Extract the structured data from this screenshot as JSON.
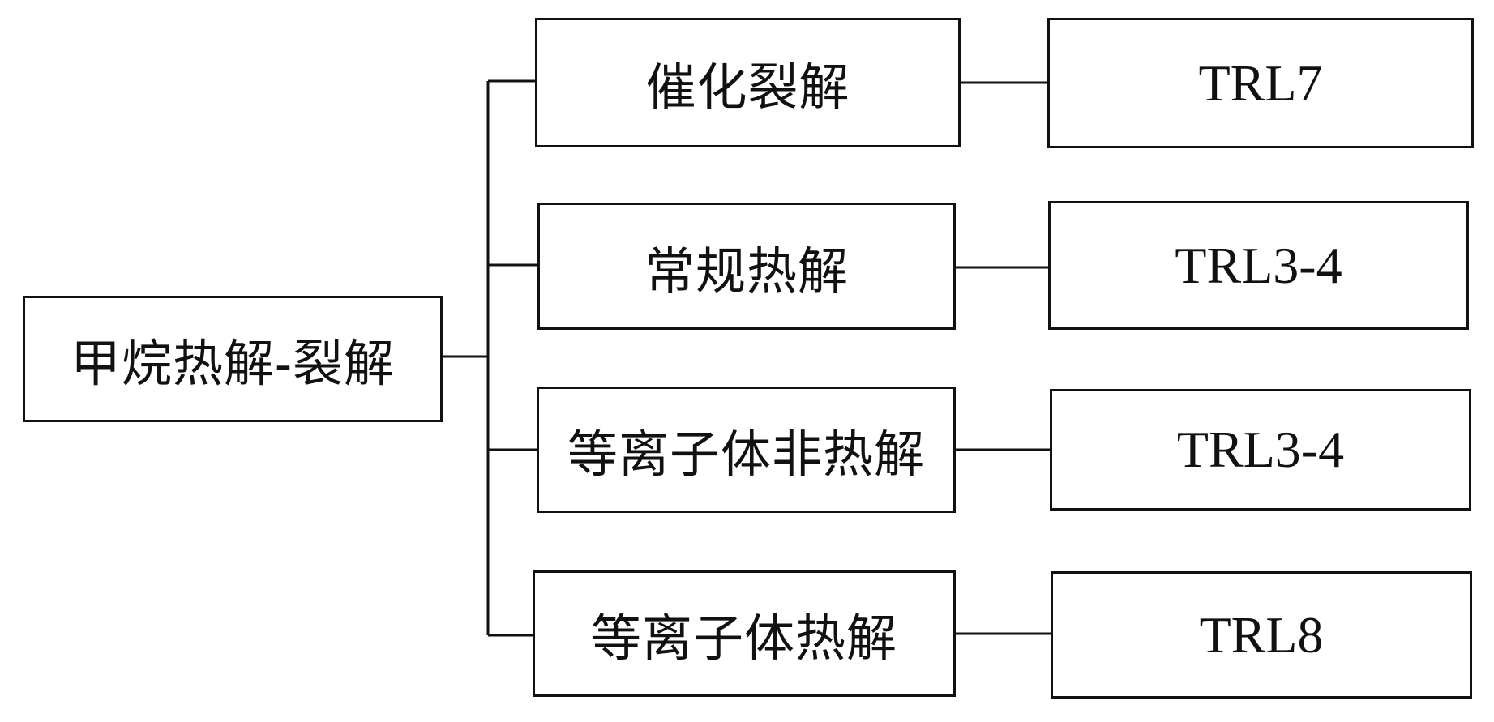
{
  "root": {
    "label": "甲烷热解-裂解"
  },
  "methods": [
    {
      "name": "催化裂解",
      "trl": "TRL7"
    },
    {
      "name": "常规热解",
      "trl": "TRL3-4"
    },
    {
      "name": "等离子体非热解",
      "trl": "TRL3-4"
    },
    {
      "name": "等离子体热解",
      "trl": "TRL8"
    }
  ],
  "colors": {
    "line": "#111111",
    "box_fill": "#ffffff",
    "text": "#111111"
  }
}
